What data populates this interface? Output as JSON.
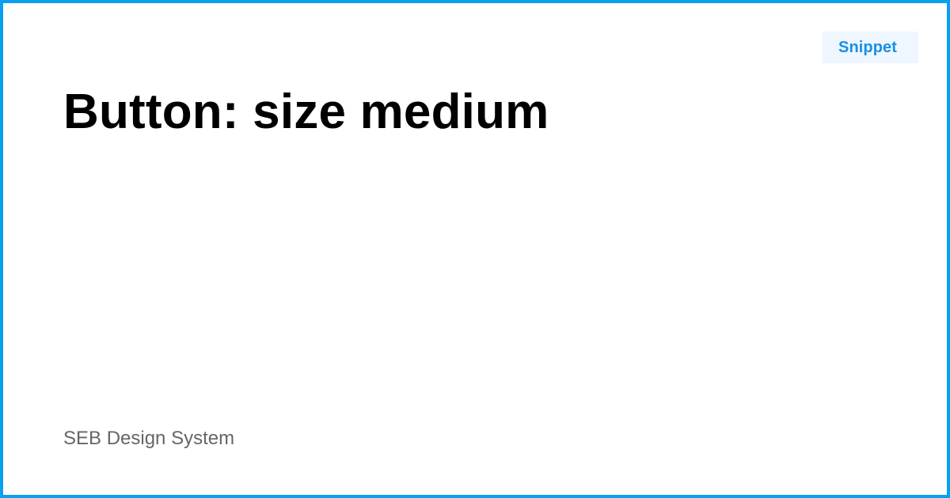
{
  "card": {
    "badge_label": "Snippet",
    "title": "Button: size medium",
    "footer": "SEB Design System"
  },
  "colors": {
    "border": "#0aa0f0",
    "background": "#ffffff",
    "badge_background": "#eef7ff",
    "badge_text": "#1a8fe3",
    "title_text": "#000000",
    "footer_text": "#666666"
  }
}
